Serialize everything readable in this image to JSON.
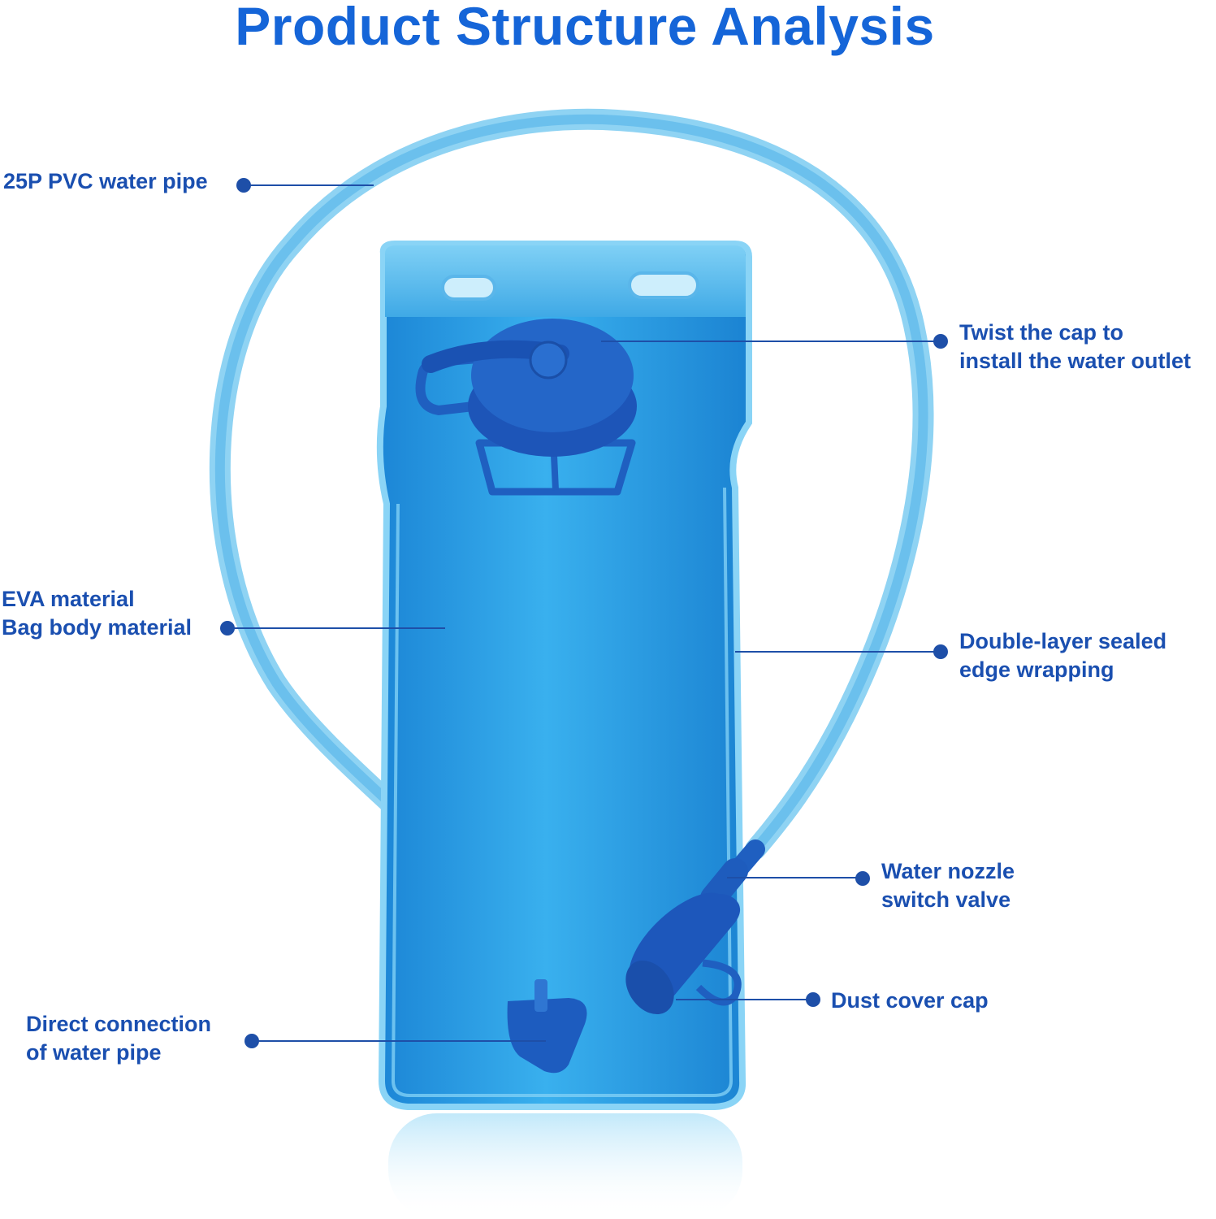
{
  "title": "Product Structure Analysis",
  "colors": {
    "title": "#1565d8",
    "label_text": "#1a4fb0",
    "leader_line": "#1e4fa8",
    "bag_body": "#2a9be0",
    "tube": "#6cc3ef",
    "cap": "#1f5fc0"
  },
  "labels": {
    "pvc_pipe": "25P PVC water pipe",
    "cap_line1": "Twist the cap to",
    "cap_line2": "install the water outlet",
    "eva_line1": "EVA material",
    "eva_line2": "Bag body material",
    "edge_line1": "Double-layer sealed",
    "edge_line2": "edge wrapping",
    "nozzle_line1": "Water nozzle",
    "nozzle_line2": "switch valve",
    "dust_cap": "Dust cover cap",
    "connection_line1": "Direct connection",
    "connection_line2": "of water pipe"
  }
}
